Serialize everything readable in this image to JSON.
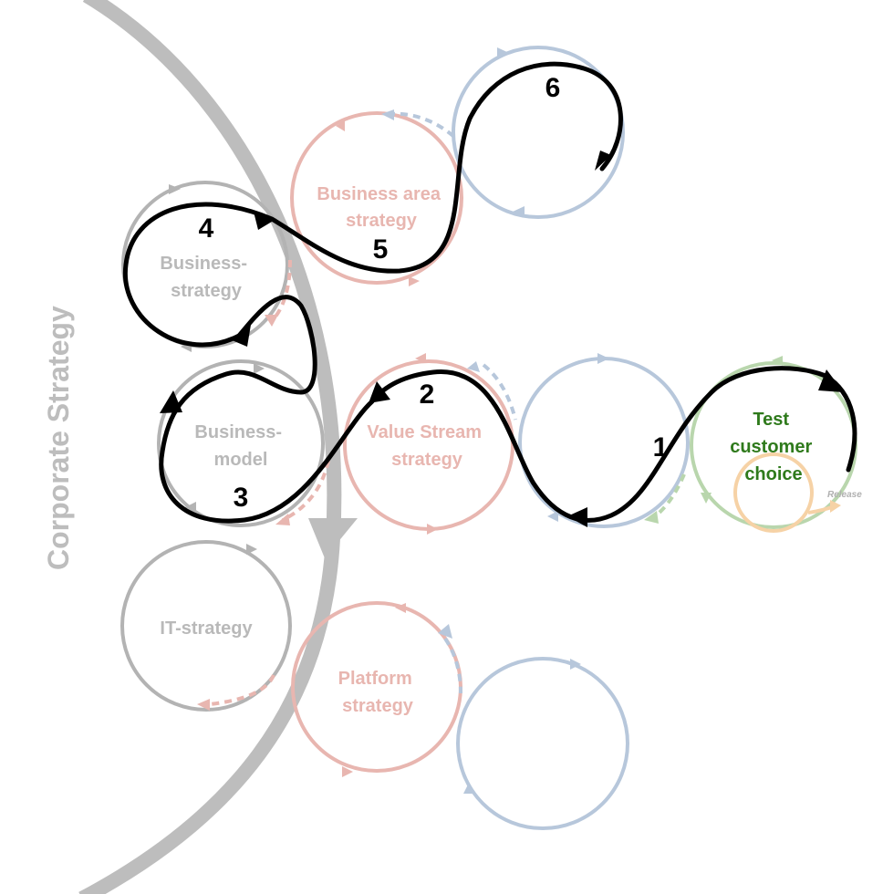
{
  "colors": {
    "gray": "#b3b3b3",
    "red": "#e8b6b0",
    "blue": "#b7c7db",
    "green": "#b9d6ad",
    "orange": "#f6d2a6",
    "black": "#000000",
    "greenText": "#2f7a1c"
  },
  "outer_arc_label": "Corporate Strategy",
  "loops": {
    "business_area": [
      "Business area",
      "strategy"
    ],
    "business_strategy": [
      "Business-",
      "strategy"
    ],
    "business_model": [
      "Business-",
      "model"
    ],
    "value_stream": [
      "Value Stream",
      "strategy"
    ],
    "test_customer": [
      "Test",
      "customer",
      "choice"
    ],
    "it_strategy": "IT-strategy",
    "platform": [
      "Platform",
      "strategy"
    ]
  },
  "release_label": "Release",
  "steps": [
    "1",
    "2",
    "3",
    "4",
    "5",
    "6"
  ]
}
